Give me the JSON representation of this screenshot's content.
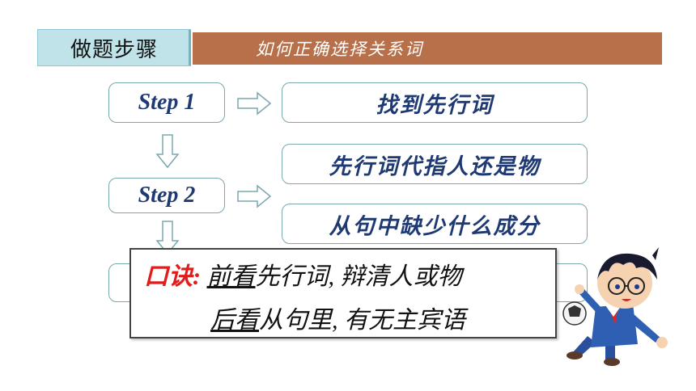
{
  "header": {
    "title": "做题步骤",
    "subtitle": "如何正确选择关系词"
  },
  "steps": {
    "step1_label": "Step 1",
    "step1_text": "找到先行词",
    "step2_label": "Step 2",
    "step2_text_a": "先行词代指人还是物",
    "step2_text_b": "从句中缺少什么成分"
  },
  "popup": {
    "key_label": "口诀:",
    "line1_underlined": "前看",
    "line1_rest": "先行词, 辩清人或物",
    "line2_underlined": "后看",
    "line2_rest": "从句里, 有无主宾语"
  },
  "colors": {
    "title_bg": "#bfe3e8",
    "subtitle_bg": "#b8704a",
    "box_text": "#1f3a73",
    "key_red": "#e31b1b"
  },
  "icons": [
    "arrow-right-icon",
    "arrow-down-icon",
    "cartoon-character-image"
  ]
}
